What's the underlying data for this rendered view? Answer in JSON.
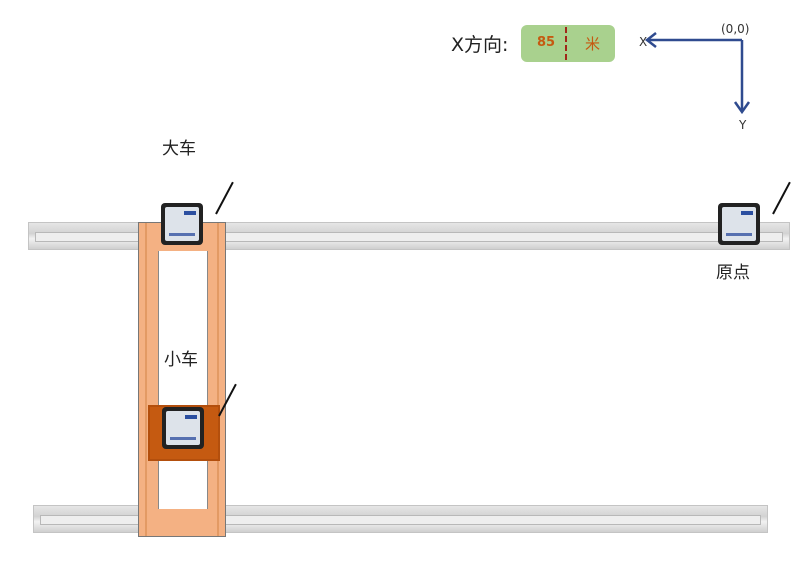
{
  "labels": {
    "big_car": "大车",
    "small_car": "小车",
    "origin": "原点"
  },
  "x_direction": {
    "label": "X方向:",
    "value": "85",
    "unit": "米"
  },
  "axes": {
    "origin": "(0,0)",
    "x": "X",
    "y": "Y"
  },
  "colors": {
    "frame": "#f4b183",
    "trolley": "#c55a11",
    "value_box": "#a9d18e",
    "axis": "#2f4b8f"
  }
}
